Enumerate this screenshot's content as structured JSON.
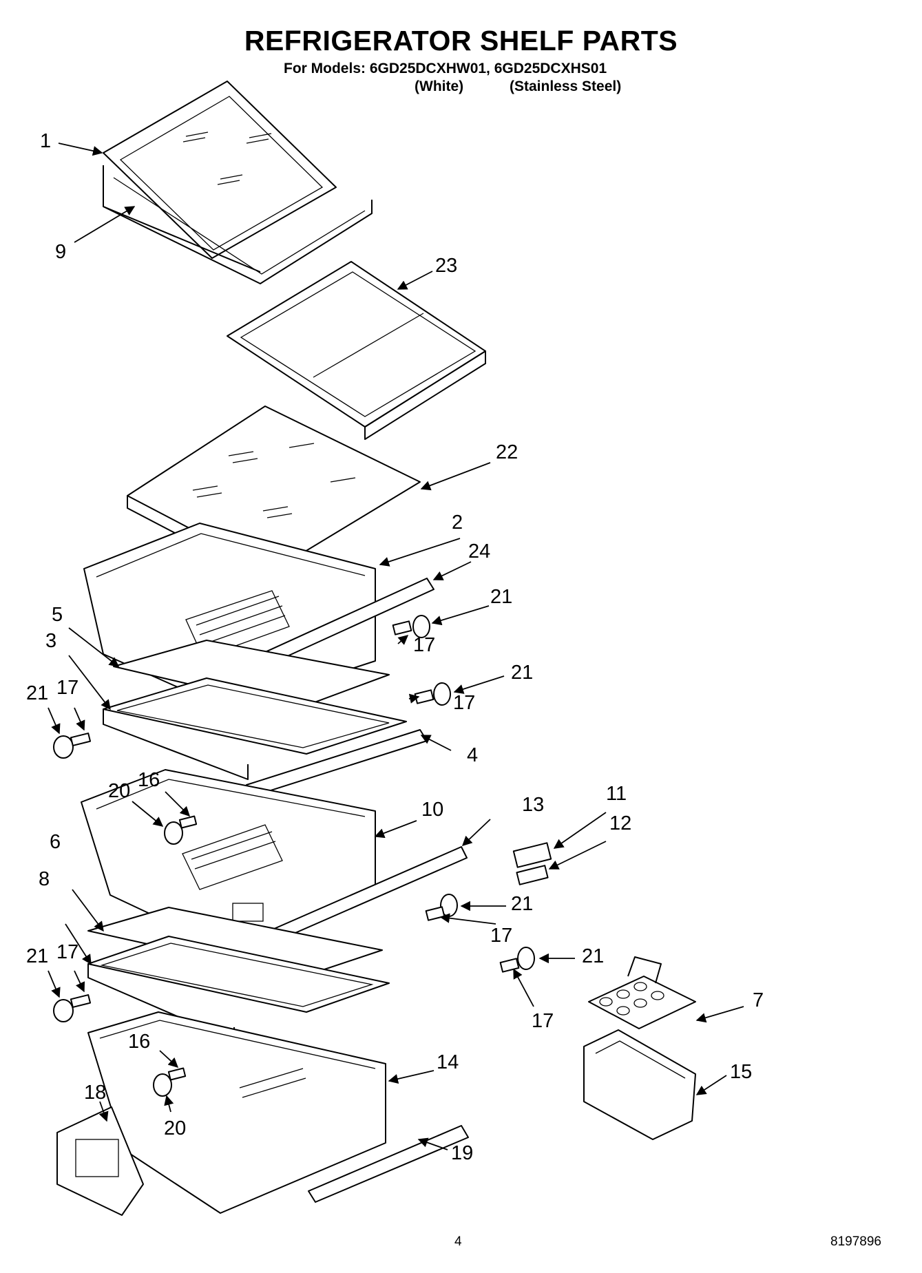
{
  "header": {
    "title": "REFRIGERATOR SHELF PARTS",
    "models": "For Models: 6GD25DCXHW01, 6GD25DCXHS01",
    "variant_1": "(White)",
    "variant_2": "(Stainless Steel)"
  },
  "footer": {
    "page_number": "4",
    "document_number": "8197896"
  },
  "callouts": {
    "c1": "1",
    "c9": "9",
    "c23": "23",
    "c22": "22",
    "c2": "2",
    "c24": "24",
    "c21a": "21",
    "c5": "5",
    "c17a": "17",
    "c3": "3",
    "c21b": "21",
    "c21c": "21",
    "c17b": "17",
    "c17c": "17",
    "c4": "4",
    "c16a": "16",
    "c20a": "20",
    "c11": "11",
    "c13": "13",
    "c10": "10",
    "c12": "12",
    "c6": "6",
    "c21d": "21",
    "c8": "8",
    "c17d": "17",
    "c21e": "21",
    "c17e": "17",
    "c21f": "21",
    "c17f": "17",
    "c7": "7",
    "c16b": "16",
    "c14": "14",
    "c15": "15",
    "c18": "18",
    "c20b": "20",
    "c19": "19"
  }
}
